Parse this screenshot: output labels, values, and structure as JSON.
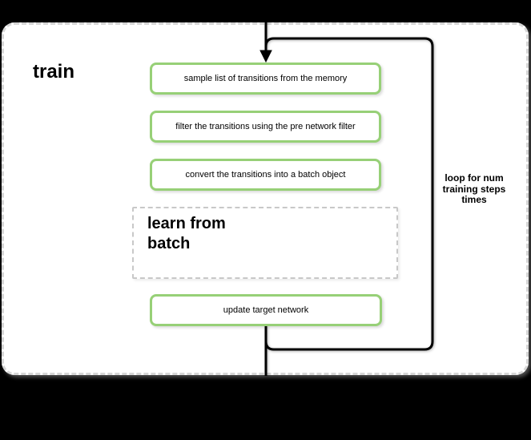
{
  "diagram": {
    "title": "train",
    "steps": {
      "sample": "sample list of transitions from the memory",
      "filter": "filter the transitions using the pre network filter",
      "convert": "convert the transitions into a batch object",
      "learn": "learn from\nbatch",
      "update": "update target network"
    },
    "loop_label": "loop for num\ntraining steps\ntimes",
    "colors": {
      "background": "#000000",
      "container_fill": "#ffffff",
      "container_border": "#d6d6d6",
      "step_border_green": "#97d077",
      "group_border_gray": "#c8c8c8",
      "connector_black": "#000000"
    }
  }
}
